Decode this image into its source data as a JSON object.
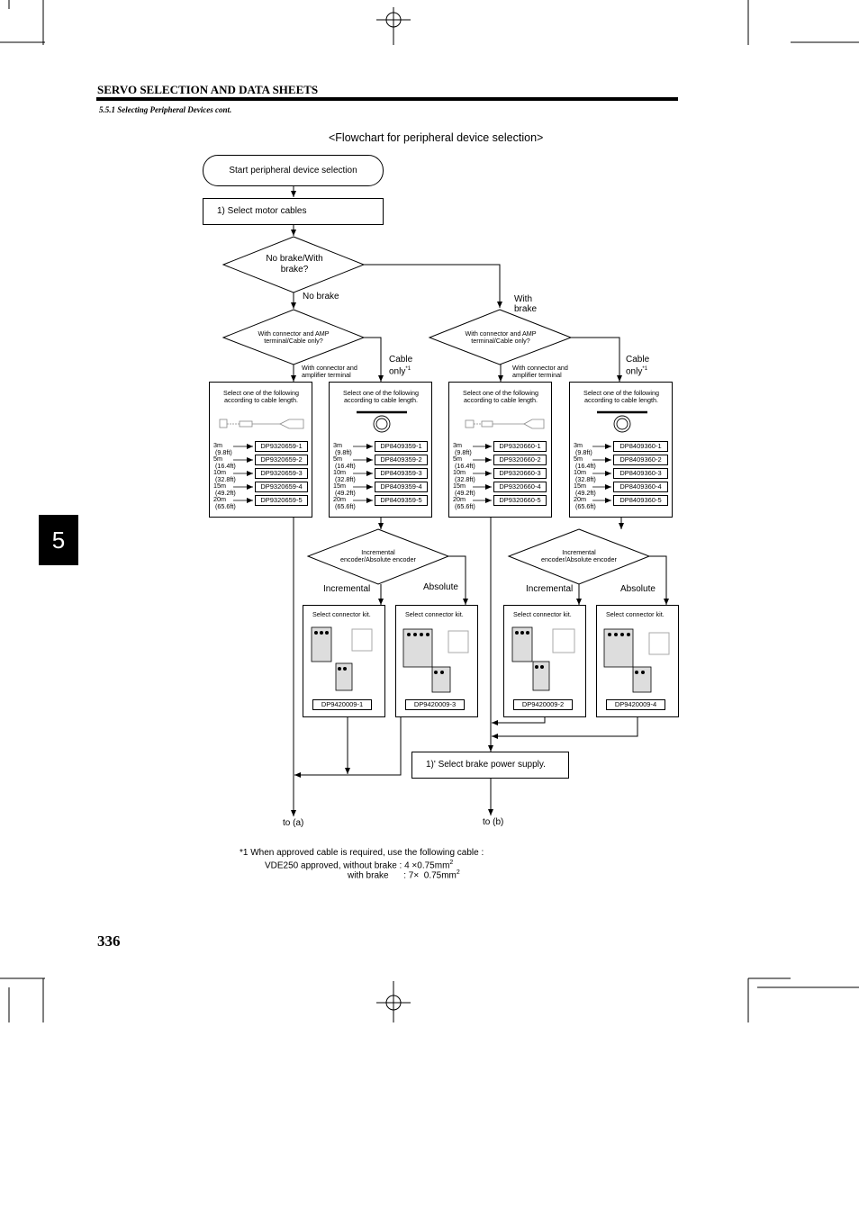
{
  "header": {
    "section_title": "SERVO SELECTION AND DATA SHEETS",
    "subsection": "5.5.1 Selecting Peripheral Devices cont.",
    "chapter_tab": "5",
    "page_number": "336"
  },
  "flowchart": {
    "title": "<Flowchart  for peripheral device selection>",
    "start": "Start peripheral device selection",
    "step1": "1)    Select motor cables",
    "decision_brake": "No brake/With brake?",
    "no_brake": "No brake",
    "with_brake": "With brake",
    "decision_connector": "With connector and AMP terminal/Cable only?",
    "with_connector_label": "With connector and amplifier terminal",
    "cable_only": "Cable only",
    "footnote_mark": "*1",
    "select_length": "Select one of the following according to cable length.",
    "lengths": [
      {
        "m": "3m",
        "ft": "(9.8ft)"
      },
      {
        "m": "5m",
        "ft": "(16.4ft)"
      },
      {
        "m": "10m",
        "ft": "(32.8ft)"
      },
      {
        "m": "15m",
        "ft": "(49.2ft)"
      },
      {
        "m": "20m",
        "ft": "(65.6ft)"
      }
    ],
    "cable_boxes": [
      {
        "parts": [
          "DP9320659-1",
          "DP9320659-2",
          "DP9320659-3",
          "DP9320659-4",
          "DP9320659-5"
        ]
      },
      {
        "parts": [
          "DP8409359-1",
          "DP8409359-2",
          "DP8409359-3",
          "DP8409359-4",
          "DP8409359-5"
        ]
      },
      {
        "parts": [
          "DP9320660-1",
          "DP9320660-2",
          "DP9320660-3",
          "DP9320660-4",
          "DP9320660-5"
        ]
      },
      {
        "parts": [
          "DP8409360-1",
          "DP8409360-2",
          "DP8409360-3",
          "DP8409360-4",
          "DP8409360-5"
        ]
      }
    ],
    "decision_encoder": "Incremental encoder/Absolute encoder",
    "incremental": "Incremental",
    "absolute": "Absolute",
    "select_kit": "Select connector kit.",
    "kits": [
      "DP9420009-1",
      "DP9420009-3",
      "DP9420009-2",
      "DP9420009-4"
    ],
    "brake_power": "1)'    Select brake power supply.",
    "to_a": "to (a)",
    "to_b": "to (b)"
  },
  "footnote": {
    "line1": "*1  When approved cable is required, use the following cable :",
    "line2_prefix": "VDE250 approved, without brake : 4  ×0.75mm",
    "line3_prefix": "with brake      : 7×  0.75mm",
    "sup": "2"
  }
}
